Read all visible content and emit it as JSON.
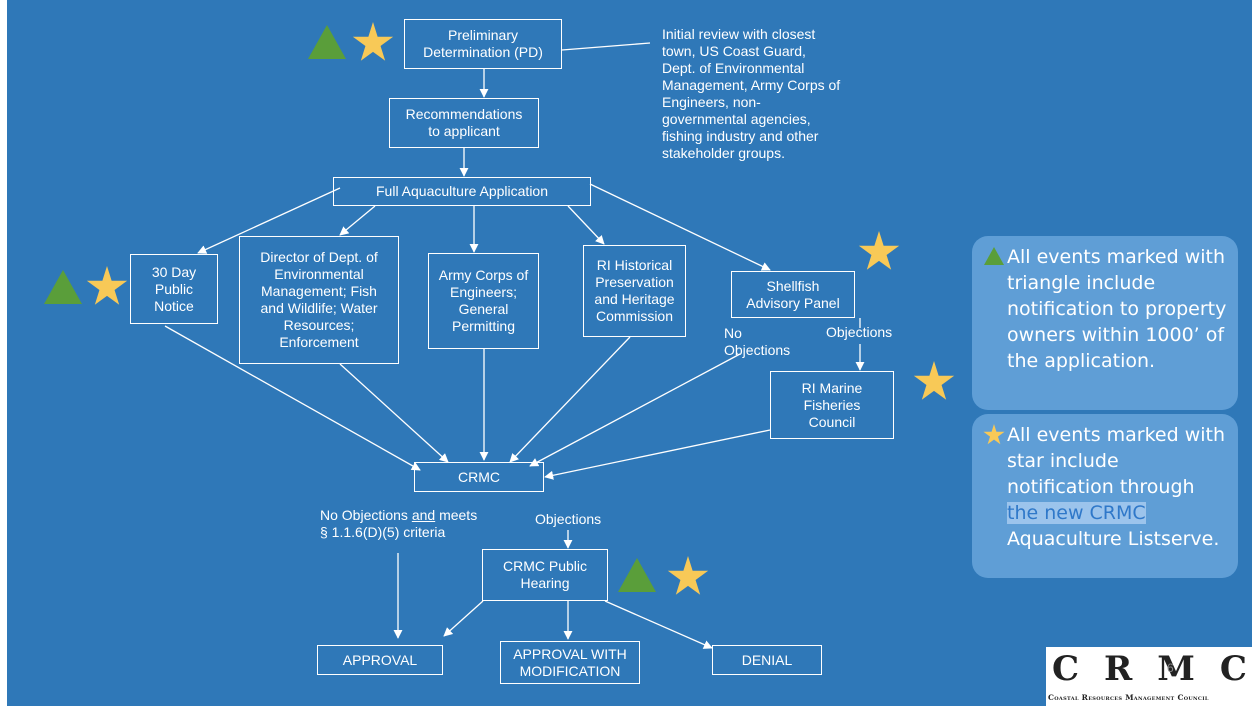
{
  "boxes": {
    "pd": "Preliminary\nDetermination (PD)",
    "recommend": "Recommendations\nto applicant",
    "full_app": "Full Aquaculture Application",
    "public_notice": "30 Day\nPublic\nNotice",
    "dem": "Director of Dept. of\nEnvironmental\nManagement; Fish\nand Wildlife; Water\nResources;\nEnforcement",
    "army": "Army Corps of\nEngineers;\nGeneral\nPermitting",
    "historical": "RI Historical\nPreservation\nand Heritage\nCommission",
    "shellfish": "Shellfish\nAdvisory Panel",
    "marine": "RI Marine\nFisheries\nCouncil",
    "crmc": "CRMC",
    "hearing": "CRMC Public\nHearing",
    "approval": "APPROVAL",
    "approval_mod": "APPROVAL WITH\nMODIFICATION",
    "denial": "DENIAL"
  },
  "labels": {
    "initial_review": "Initial review with closest\ntown, US Coast Guard,\nDept. of Environmental\nManagement, Army Corps of\nEngineers, non-\ngovernmental agencies,\nfishing industry and other\nstakeholder groups.",
    "no_objections_panel": "No\nObjections",
    "objections_panel": "Objections",
    "objections_crmc": "Objections",
    "no_obj_prefix": "No Objections ",
    "no_obj_and": "and",
    "no_obj_suffix": " meets",
    "criteria": "§ 1.1.6(D)(5) criteria"
  },
  "notes": {
    "triangle": "All events marked with triangle include notification to property owners within 1000’ of the application.",
    "star_text": "All events marked with star include notification through",
    "star_link": "the new CRMC",
    "star_tail": "Aquaculture Listserve."
  },
  "logo": {
    "letters": [
      "C",
      "R",
      "M",
      "C"
    ],
    "subtitle": "Coastal Resources Management Council",
    "page_number": "6"
  },
  "colors": {
    "background": "#2f78b8",
    "triangle": "#5a9e3a",
    "star": "#f8c957",
    "note_bg": "#5f9ed6",
    "link_highlight": "#9cc4ec"
  },
  "icons": [
    "triangle-icon",
    "star-icon"
  ]
}
